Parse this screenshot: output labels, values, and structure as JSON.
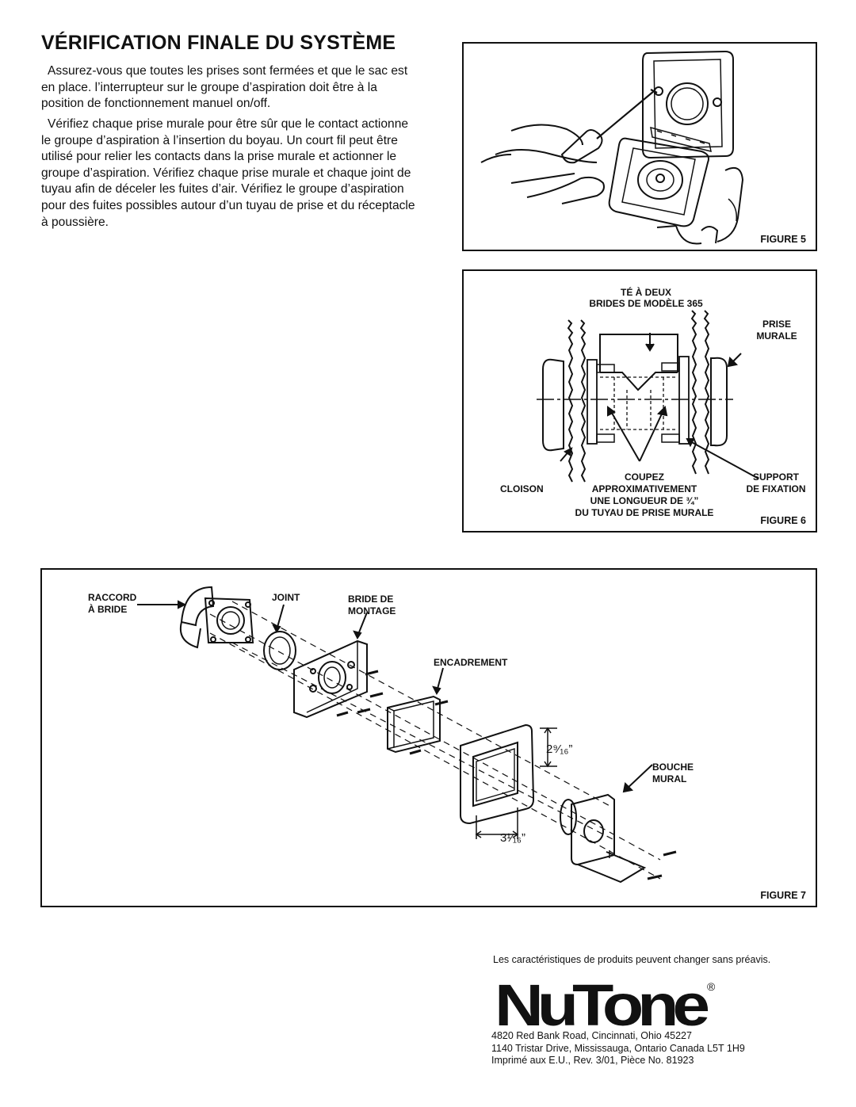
{
  "title": "VÉRIFICATION FINALE DU SYSTÈME",
  "paragraphs": [
    "Assurez-vous que toutes les prises sont fermées et que le sac est en place. l’interrupteur sur le groupe d’aspiration doit être à la position de fonctionnement manuel on/off.",
    "Vérifiez chaque prise murale pour être sûr que le contact actionne le groupe d’aspiration à l’insertion du boyau. Un court fil peut être utilisé pour relier les contacts dans la prise murale et actionner le groupe d’aspiration. Vérifiez chaque prise murale et chaque joint de tuyau afin de déceler les fuites d’air. Vérifiez le groupe d’aspiration pour des fuites possibles autour d’un tuyau de prise et du réceptacle à poussière."
  ],
  "figure5": {
    "caption": "FIGURE 5"
  },
  "figure6": {
    "caption": "FIGURE 6",
    "labels": {
      "te_line1": "TÉ À DEUX",
      "te_line2": "BRIDES DE MODÈLE 365",
      "prise_line1": "PRISE",
      "prise_line2": "MURALE",
      "cloison": "CLOISON",
      "coupez_line1": "COUPEZ",
      "coupez_line2": "APPROXIMATIVEMENT",
      "coupez_line3": "UNE LONGUEUR DE ¾”",
      "coupez_line4": "DU TUYAU DE PRISE MURALE",
      "support_line1": "SUPPORT",
      "support_line2": "DE FIXATION"
    }
  },
  "figure7": {
    "caption": "FIGURE 7",
    "labels": {
      "raccord_line1": "RACCORD",
      "raccord_line2": "À BRIDE",
      "joint": "JOINT",
      "bride_line1": "BRIDE DE",
      "bride_line2": "MONTAGE",
      "encadrement": "ENCADREMENT",
      "bouche_line1": "BOUCHE",
      "bouche_line2": "MURAL",
      "dim_height": "2⁹⁄₁₆”",
      "dim_width": "3¹⁄₁₆”"
    }
  },
  "notice": "Les caractéristiques de produits peuvent changer sans préavis.",
  "logo": {
    "text": "NuTone",
    "mark": "®"
  },
  "address": [
    "4820 Red Bank Road, Cincinnati, Ohio 45227",
    "1140 Tristar Drive, Mississauga, Ontario Canada L5T 1H9",
    "Imprimé aux E.U., Rev. 3/01, Pièce No. 81923"
  ]
}
